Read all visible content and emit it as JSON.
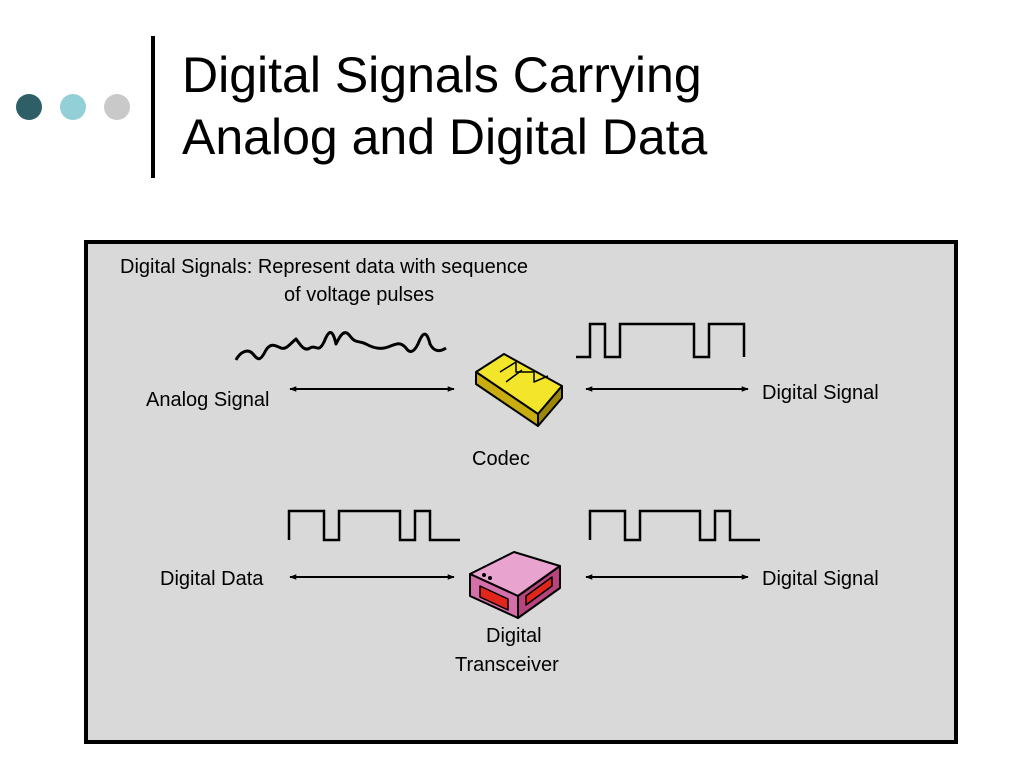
{
  "slide": {
    "title_line1": "Digital Signals Carrying",
    "title_line2": "Analog and Digital Data",
    "bullet_colors": [
      "#2e5f66",
      "#93cfd6",
      "#c9c9c9"
    ]
  },
  "diagram": {
    "caption_line1": "Digital Signals: Represent data with sequence",
    "caption_line2": "of voltage pulses",
    "row1": {
      "left_label": "Analog Signal",
      "device_label": "Codec",
      "right_label": "Digital Signal"
    },
    "row2": {
      "left_label": "Digital Data",
      "device_label_line1": "Digital",
      "device_label_line2": "Transceiver",
      "right_label": "Digital Signal"
    },
    "colors": {
      "panel_bg": "#d9d9d9",
      "codec": "#f2e52a",
      "transceiver": "#d46fa9"
    },
    "icons": [
      "codec-icon",
      "transceiver-icon"
    ]
  }
}
